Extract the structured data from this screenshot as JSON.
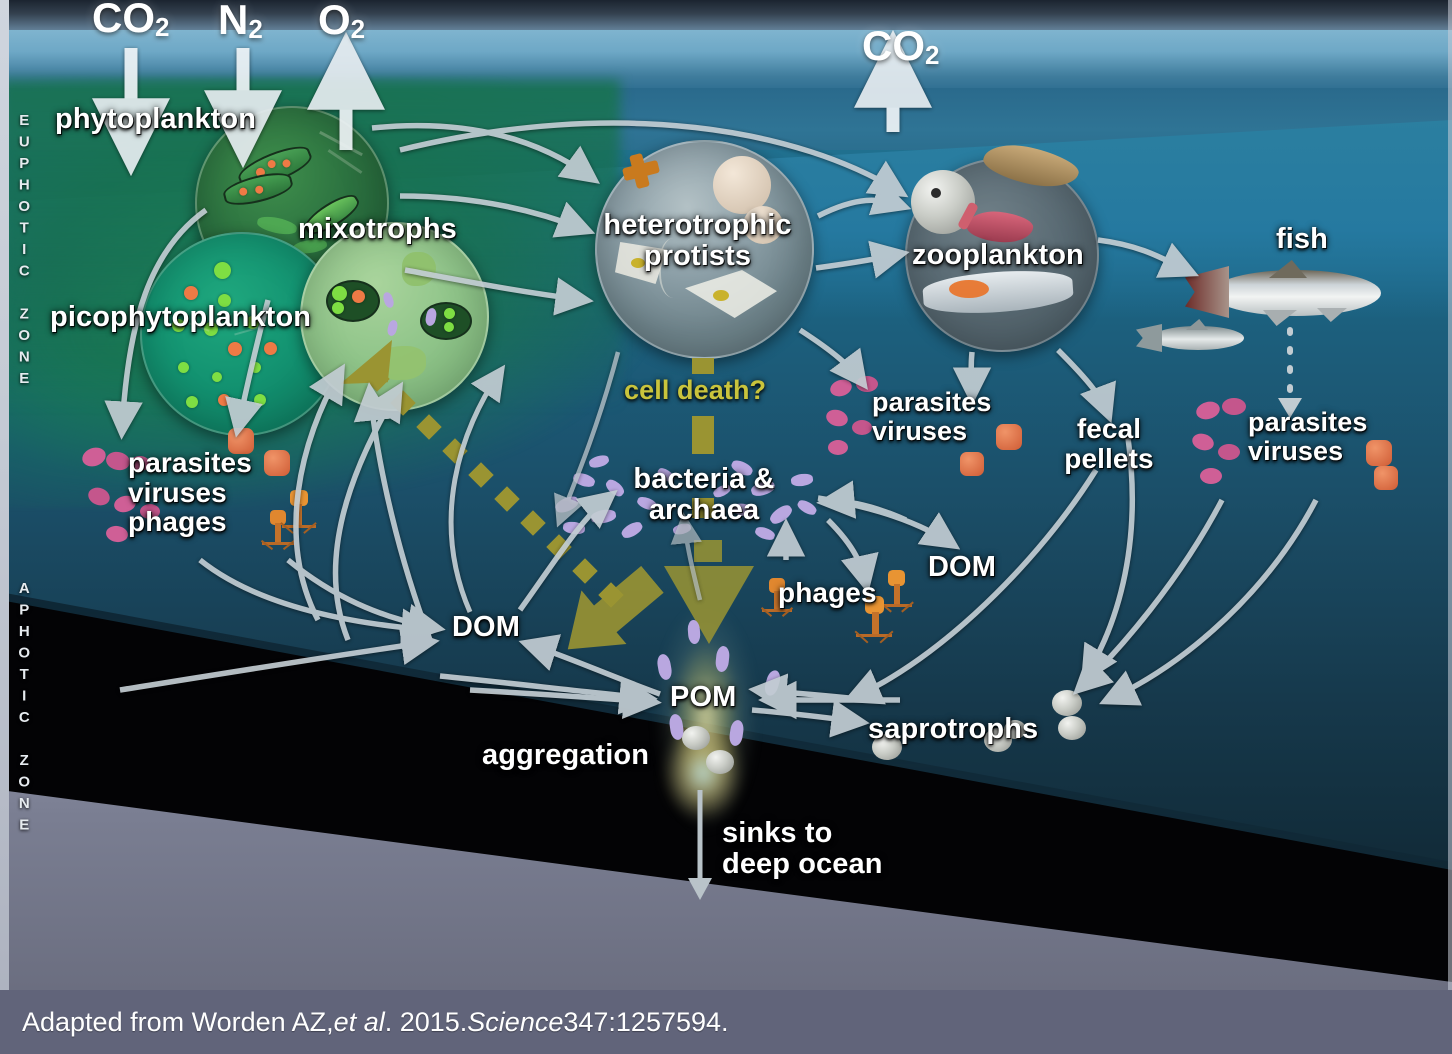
{
  "caption": {
    "prefix": "Adapted from Worden AZ, ",
    "italic1": "et al",
    "mid": ". 2015. ",
    "italic2": "Science",
    "suffix": " 347:1257594."
  },
  "zones": [
    {
      "id": "euphotic",
      "label": "EUPHOTIC\nZONE"
    },
    {
      "id": "aphotic",
      "label": "APHOTIC\nZONE"
    }
  ],
  "gases": [
    {
      "id": "co2-in",
      "formula": "CO",
      "sub": "2",
      "direction": "down"
    },
    {
      "id": "n2-in",
      "formula": "N",
      "sub": "2",
      "direction": "down"
    },
    {
      "id": "o2-out",
      "formula": "O",
      "sub": "2",
      "direction": "up"
    },
    {
      "id": "co2-out",
      "formula": "CO",
      "sub": "2",
      "direction": "up"
    }
  ],
  "labels": {
    "phytoplankton": "phytoplankton",
    "picophytoplankton": "picophytoplankton",
    "mixotrophs": "mixotrophs",
    "heterotrophic_protists": "heterotrophic\nprotists",
    "zooplankton": "zooplankton",
    "fish": "fish",
    "cell_death": "cell death?",
    "parasites_viruses_phages_left": "parasites\nviruses\nphages",
    "parasites_viruses_mid": "parasites\nviruses",
    "parasites_viruses_right": "parasites\nviruses",
    "bacteria_archaea": "bacteria &\narchaea",
    "phages": "phages",
    "fecal_pellets": "fecal\npellets",
    "dom_left": "DOM",
    "dom_right": "DOM",
    "pom": "POM",
    "aggregation": "aggregation",
    "saprotrophs": "saprotrophs",
    "sinks_to_deep_ocean": "sinks to\ndeep ocean"
  },
  "colors": {
    "label_white": "#ffffff",
    "cell_death_olive": "#c9c43c",
    "arrow_grey": "#c2ccd2",
    "dashed_arrow_olive": "#9a9432",
    "caption_bar": "#61647a",
    "euphotic_green": "#1f8b5c",
    "deep_water": "#17465c",
    "abyss_black": "#030305",
    "seafloor": "#7a7e92",
    "phage_orange": "#d3762f",
    "virus_pink": "#cf5f96",
    "bacteria_purple": "#b9a7e0"
  }
}
